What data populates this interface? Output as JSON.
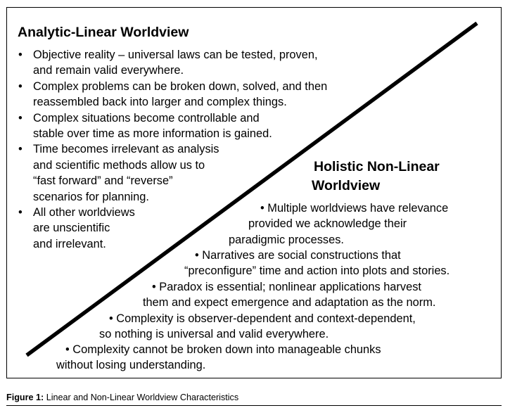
{
  "left_panel": {
    "title": "Analytic-Linear Worldview",
    "items": [
      {
        "l1": "Objective reality – universal laws can be tested, proven,",
        "l2": "and remain valid everywhere."
      },
      {
        "l1": "Complex problems can be broken down, solved, and then",
        "l2": "reassembled back into larger and complex things."
      },
      {
        "l1": "Complex situations become controllable and",
        "l2": "stable over time as more information is gained."
      },
      {
        "l1": "Time becomes irrelevant as analysis",
        "l2": "and scientific methods allow us to",
        "l3": "“fast forward” and “reverse”",
        "l4": "scenarios for planning."
      },
      {
        "l1": "All other worldviews",
        "l2": "are unscientific",
        "l3": "and irrelevant."
      }
    ]
  },
  "right_panel": {
    "title_line1": "Holistic Non-Linear",
    "title_line2": "Worldview",
    "items": [
      {
        "l1": "• Multiple worldviews have relevance",
        "l2": "provided we acknowledge their",
        "l3": "paradigmic processes."
      },
      {
        "l1": "• Narratives are social constructions that",
        "l2": "“preconfigure” time and action into plots and stories."
      },
      {
        "l1": "• Paradox is essential; nonlinear applications harvest",
        "l2": "them and expect emergence and adaptation as the norm."
      },
      {
        "l1": "• Complexity is observer-dependent and context-dependent,",
        "l2": "so nothing is universal and valid everywhere."
      },
      {
        "l1": "• Complexity cannot be broken down into manageable chunks",
        "l2": "without losing understanding."
      }
    ]
  },
  "caption": {
    "label": "Figure 1:",
    "text": "Linear and Non-Linear Worldview Characteristics"
  }
}
